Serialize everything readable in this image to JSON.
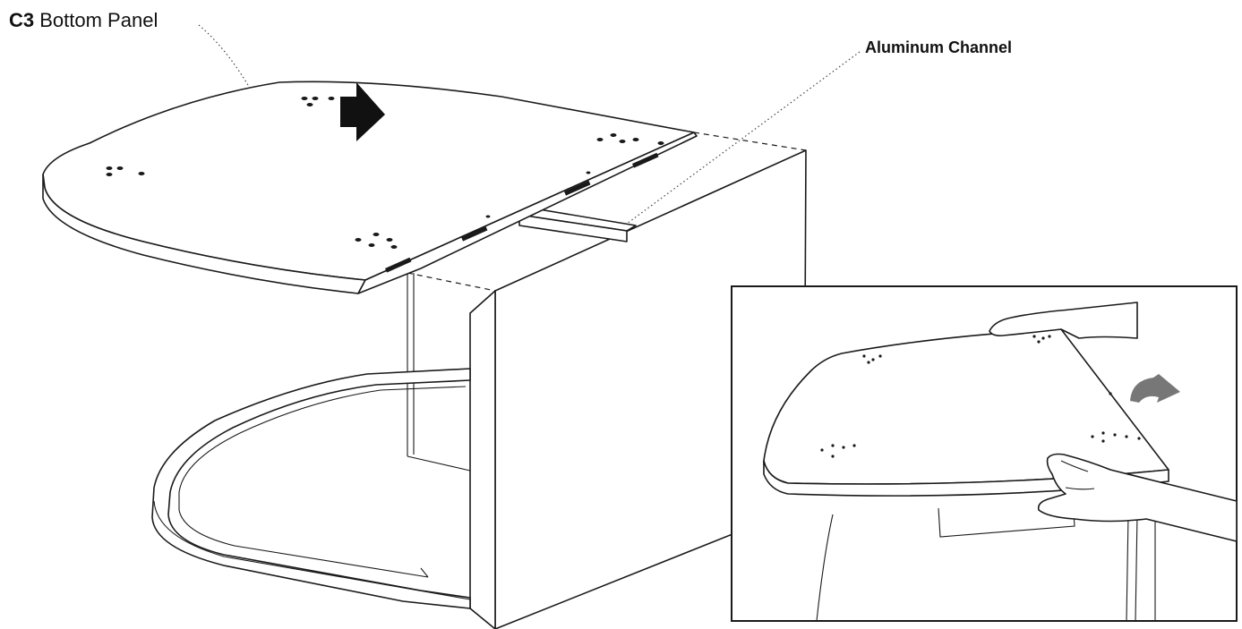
{
  "labels": {
    "part_code": "C3",
    "part_name": "Bottom Panel",
    "channel": "Aluminum Channel"
  },
  "colors": {
    "line": "#1a1a1a",
    "arrow_main": "#111111",
    "arrow_inset": "#777777",
    "background": "#ffffff"
  },
  "icons": {
    "main_arrow": "push-arrow-icon",
    "inset_arrow": "rotate-arrow-icon"
  }
}
